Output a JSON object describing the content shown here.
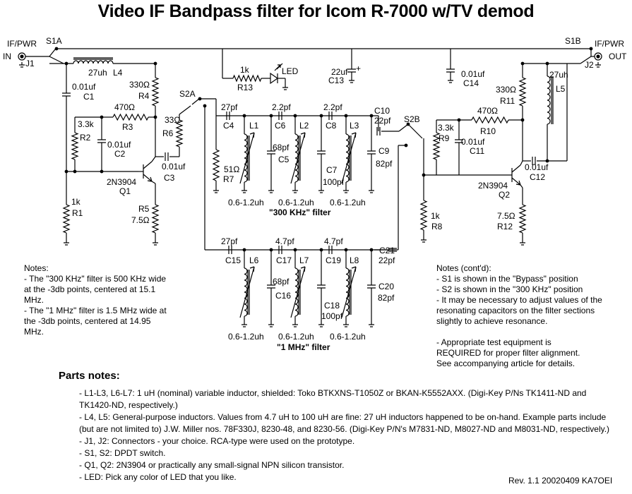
{
  "title": "Video IF Bandpass filter for Icom R-7000 w/TV demod",
  "labels": {
    "in_port": "IF/PWR",
    "in": "IN",
    "out_port": "IF/PWR",
    "out": "OUT",
    "j1": "J1",
    "j2": "J2",
    "s1a": "S1A",
    "s1b": "S1B",
    "s2a": "S2A",
    "s2b": "S2B",
    "l4_val": "27uh",
    "l4": "L4",
    "c1_val": "0.01uf",
    "c1": "C1",
    "r4_val": "330Ω",
    "r4": "R4",
    "r3_val": "470Ω",
    "r3": "R3",
    "r2_val": "3.3k",
    "r2": "R2",
    "c2_val": "0.01uf",
    "c2": "C2",
    "r6_val": "33Ω",
    "r6": "R6",
    "c3_val": "0.01uf",
    "c3": "C3",
    "q1_type": "2N3904",
    "q1": "Q1",
    "r1_val": "1k",
    "r1": "R1",
    "r5": "R5",
    "r5_val": "7.5Ω",
    "r13_val": "1k",
    "r13": "R13",
    "led": "LED",
    "c13_val": "22uf",
    "c13": "C13",
    "plus": "+",
    "c14_val": "0.01uf",
    "c14": "C14",
    "r11_val": "330Ω",
    "r11": "R11",
    "l5_val": "27uh",
    "l5": "L5",
    "r10_val": "470Ω",
    "r10": "R10",
    "r9_val": "3.3k",
    "r9": "R9",
    "c11_val": "0.01uf",
    "c11": "C11",
    "c12_val": "0.01uf",
    "c12": "C12",
    "q2_type": "2N3904",
    "q2": "Q2",
    "r12_val": "7.5Ω",
    "r12": "R12",
    "r8_val": "1k",
    "r8": "R8",
    "c4_val": "27pf",
    "c4": "C4",
    "c6_val": "2.2pf",
    "c6": "C6",
    "c8_val": "2.2pf",
    "c8": "C8",
    "c10": "C10",
    "c10_val": "22pf",
    "l1": "L1",
    "l2": "L2",
    "l3": "L3",
    "c5_val": "68pf",
    "c5": "C5",
    "c7": "C7",
    "c7_val": "100pf",
    "c9": "C9",
    "c9_val": "82pf",
    "r7_val": "51Ω",
    "r7": "R7",
    "range": "0.6-1.2uh",
    "filter_300": "\"300 KHz\" filter",
    "c15_val": "27pf",
    "c15": "C15",
    "c17_val": "4.7pf",
    "c17": "C17",
    "c19_val": "4.7pf",
    "c19": "C19",
    "c21": "C21",
    "c21_val": "22pf",
    "l6": "L6",
    "l7": "L7",
    "l8": "L8",
    "c16_val": "68pf",
    "c16": "C16",
    "c18": "C18",
    "c18_val": "100pf",
    "c20": "C20",
    "c20_val": "82pf",
    "filter_1m": "\"1 MHz\" filter"
  },
  "notes_left": "Notes:\n- The \"300 KHz\" filter is 500 KHz wide\nat the -3db points, centered at 15.1\nMHz.\n-  The \"1 MHz\" filter is 1.5 MHz wide at\nthe -3db points, centered at 14.95\nMHz.",
  "notes_right": "Notes (cont'd):\n- S1 is shown in the \"Bypass\" position\n- S2 is shown in the \"300 KHz\" position\n- It may be necessary to adjust values of the\nresonating capacitors on the filter sections\nslightly to achieve resonance.\n\n- Appropriate test equipment is\nREQUIRED for proper filter alignment.\nSee accompanying article for details.",
  "parts_heading": "Parts notes:",
  "parts": [
    "- L1-L3, L6-L7:  1 uH (nominal) variable inductor, shielded:  Toko BTKXNS-T1050Z or BKAN-K5552AXX.  (Digi-Key P/Ns TK1411-ND and TK1420-ND, respectively.)",
    "- L4, L5:  General-purpose inductors.  Values from 4.7 uH to 100 uH are fine:  27 uH inductors happened to be on-hand.  Example parts include (but are not limited to) J.W. Miller nos. 78F330J, 8230-48, and 8230-56.  (Digi-Key P/N's M7831-ND, M8027-ND and M8031-ND, respectively.)",
    "- J1, J2:  Connectors - your choice.  RCA-type were used on the prototype.",
    "- S1, S2:  DPDT switch.",
    "- Q1, Q2:  2N3904 or practically any small-signal NPN silicon transistor.",
    "- LED:  Pick any color of LED that you like."
  ],
  "revision": "Rev. 1.1  20020409 KA7OEI"
}
